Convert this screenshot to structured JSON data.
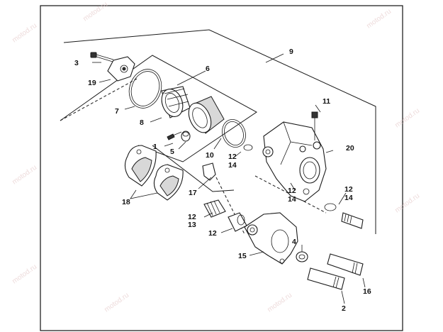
{
  "watermark": "motod.ru",
  "callouts": [
    {
      "id": "c1",
      "text": "1"
    },
    {
      "id": "c2",
      "text": "2"
    },
    {
      "id": "c3",
      "text": "3"
    },
    {
      "id": "c4",
      "text": "4"
    },
    {
      "id": "c5",
      "text": "5"
    },
    {
      "id": "c6",
      "text": "6"
    },
    {
      "id": "c7",
      "text": "7"
    },
    {
      "id": "c8",
      "text": "8"
    },
    {
      "id": "c9",
      "text": "9"
    },
    {
      "id": "c10",
      "text": "10"
    },
    {
      "id": "c11",
      "text": "11"
    },
    {
      "id": "c12a",
      "text": "12"
    },
    {
      "id": "c14a",
      "text": "14"
    },
    {
      "id": "c12b",
      "text": "12"
    },
    {
      "id": "c14b",
      "text": "14"
    },
    {
      "id": "c12c",
      "text": "12"
    },
    {
      "id": "c14c",
      "text": "14"
    },
    {
      "id": "c12d",
      "text": "12"
    },
    {
      "id": "c13",
      "text": "13"
    },
    {
      "id": "c12e",
      "text": "12"
    },
    {
      "id": "c15",
      "text": "15"
    },
    {
      "id": "c16",
      "text": "16"
    },
    {
      "id": "c17",
      "text": "17"
    },
    {
      "id": "c18",
      "text": "18"
    },
    {
      "id": "c19",
      "text": "19"
    },
    {
      "id": "c20",
      "text": "20"
    }
  ]
}
